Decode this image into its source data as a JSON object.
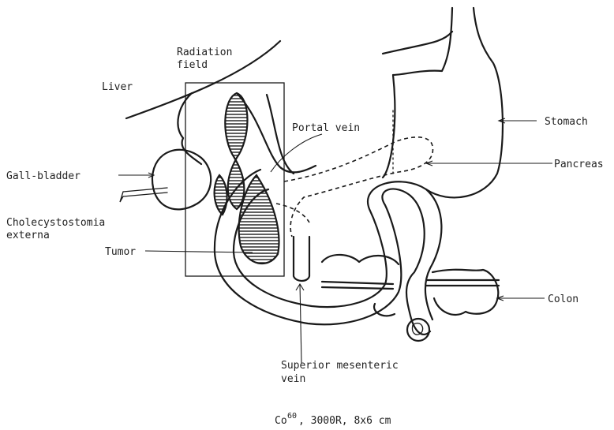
{
  "labels": {
    "radiation_field_line1": "Radiation",
    "radiation_field_line2": "field",
    "liver": "Liver",
    "portal_vein": "Portal vein",
    "stomach": "Stomach",
    "gall_bladder": "Gall-bladder",
    "pancreas": "Pancreas",
    "cholecystostomia_line1": "Cholecystostomia",
    "cholecystostomia_line2": "externa",
    "tumor": "Tumor",
    "colon": "Colon",
    "superior_mesenteric_line1": "Superior mesenteric",
    "superior_mesenteric_line2": "vein"
  },
  "caption": {
    "isotope_prefix": "Co",
    "isotope_superscript": "60",
    "dose_and_field": ", 3000R, 8x6 cm"
  }
}
